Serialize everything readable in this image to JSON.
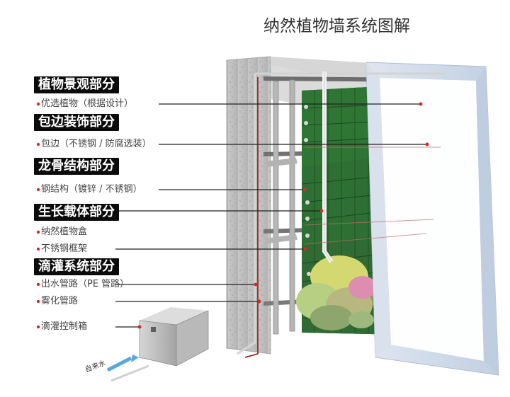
{
  "title": "纳然植物墙系统图解",
  "sections": {
    "landscape": {
      "title": "植物景观部分",
      "item": "优选植物（根据设计）"
    },
    "edging": {
      "title": "包边装饰部分",
      "item": "包边（不锈钢 / 防腐选装）"
    },
    "frame": {
      "title": "龙骨结构部分",
      "item": "钢结构（镀锌 / 不锈钢）"
    },
    "carrier": {
      "title": "生长载体部分",
      "items": [
        "纳然植物盒",
        "不锈钢框架"
      ]
    },
    "irrigation": {
      "title": "滴灌系统部分",
      "items": [
        "出水管路（PE 管路）",
        "雾化管路",
        "滴灌控制箱"
      ]
    }
  },
  "water_label": "自来水",
  "colors": {
    "accent": "#d62a2a",
    "label_bg": "#0b0b0b",
    "leader": "#222222",
    "plant": "#2f6b33",
    "frame": "#c9d7e8",
    "wall": "#bdbdbd"
  }
}
